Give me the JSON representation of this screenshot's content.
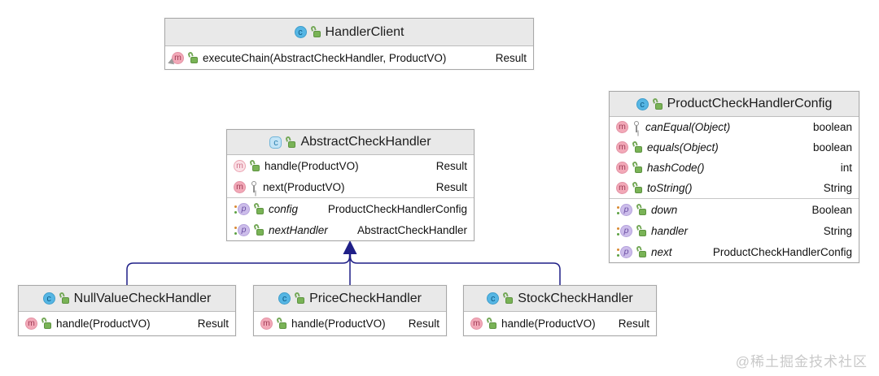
{
  "classes": {
    "handler_client": {
      "name": "HandlerClient",
      "methods": [
        {
          "signature": "executeChain(AbstractCheckHandler, ProductVO)",
          "return_type": "Result"
        }
      ]
    },
    "product_check_handler_config": {
      "name": "ProductCheckHandlerConfig",
      "methods": [
        {
          "signature": "canEqual(Object)",
          "return_type": "boolean"
        },
        {
          "signature": "equals(Object)",
          "return_type": "boolean"
        },
        {
          "signature": "hashCode()",
          "return_type": "int"
        },
        {
          "signature": "toString()",
          "return_type": "String"
        }
      ],
      "properties": [
        {
          "name": "down",
          "type": "Boolean"
        },
        {
          "name": "handler",
          "type": "String"
        },
        {
          "name": "next",
          "type": "ProductCheckHandlerConfig"
        }
      ]
    },
    "abstract_check_handler": {
      "name": "AbstractCheckHandler",
      "methods": [
        {
          "signature": "handle(ProductVO)",
          "return_type": "Result"
        },
        {
          "signature": "next(ProductVO)",
          "return_type": "Result"
        }
      ],
      "properties": [
        {
          "name": "config",
          "type": "ProductCheckHandlerConfig"
        },
        {
          "name": "nextHandler",
          "type": "AbstractCheckHandler"
        }
      ]
    },
    "null_value_check_handler": {
      "name": "NullValueCheckHandler",
      "methods": [
        {
          "signature": "handle(ProductVO)",
          "return_type": "Result"
        }
      ]
    },
    "price_check_handler": {
      "name": "PriceCheckHandler",
      "methods": [
        {
          "signature": "handle(ProductVO)",
          "return_type": "Result"
        }
      ]
    },
    "stock_check_handler": {
      "name": "StockCheckHandler",
      "methods": [
        {
          "signature": "handle(ProductVO)",
          "return_type": "Result"
        }
      ]
    }
  },
  "relationships": [
    {
      "from": "NullValueCheckHandler",
      "to": "AbstractCheckHandler",
      "type": "inheritance"
    },
    {
      "from": "PriceCheckHandler",
      "to": "AbstractCheckHandler",
      "type": "inheritance"
    },
    {
      "from": "StockCheckHandler",
      "to": "AbstractCheckHandler",
      "type": "inheritance"
    }
  ],
  "colors": {
    "arrow": "#1f1f87",
    "header_bg": "#e9e9e9",
    "box_border": "#a8a8a8"
  },
  "watermark": "@稀土掘金技术社区"
}
